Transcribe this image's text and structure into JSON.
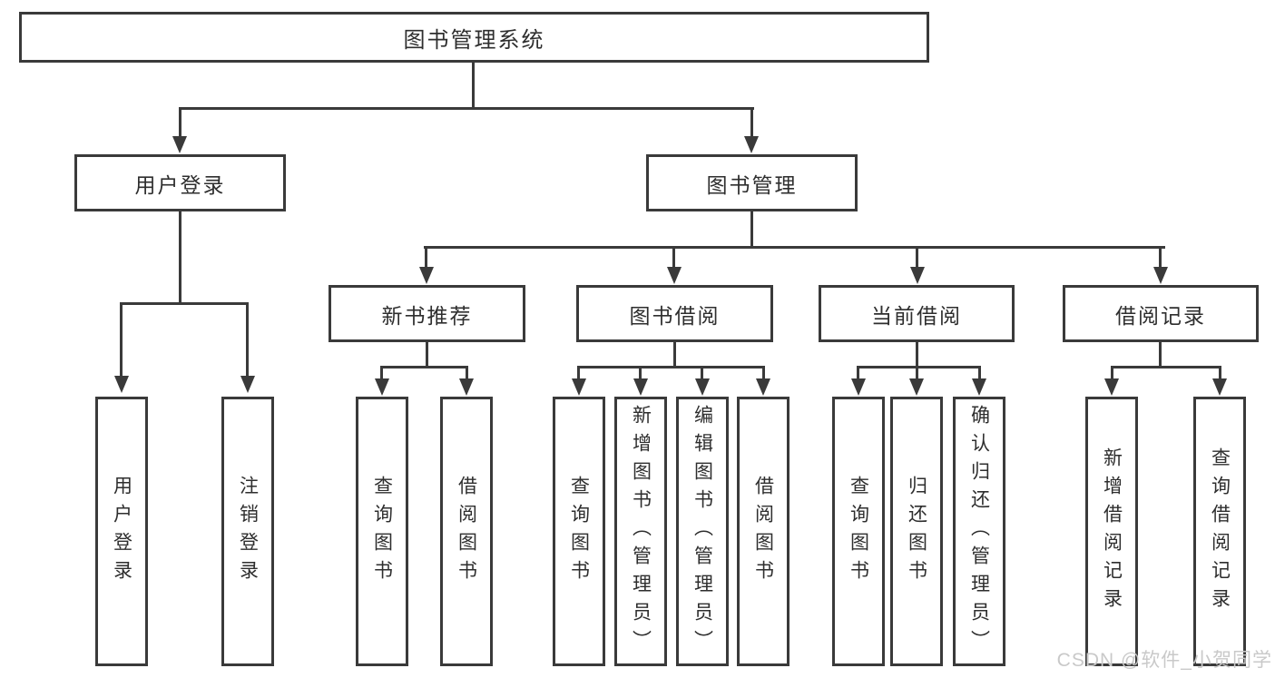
{
  "diagram_type": "hierarchy-tree",
  "colors": {
    "line": "#3a3a3a",
    "box_border": "#3a3a3a",
    "box_background": "#ffffff",
    "text": "#2e2e2e",
    "watermark_text_color": "#c9c9c9",
    "page_background": "#ffffff"
  },
  "tree": {
    "label": "图书管理系统",
    "children": [
      {
        "label": "用户登录",
        "children": [
          {
            "label": "用户登录"
          },
          {
            "label": "注销登录"
          }
        ]
      },
      {
        "label": "图书管理",
        "children": [
          {
            "label": "新书推荐",
            "children": [
              {
                "label": "查询图书"
              },
              {
                "label": "借阅图书"
              }
            ]
          },
          {
            "label": "图书借阅",
            "children": [
              {
                "label": "查询图书"
              },
              {
                "label": "新增图书（管理员）"
              },
              {
                "label": "编辑图书（管理员）"
              },
              {
                "label": "借阅图书"
              }
            ]
          },
          {
            "label": "当前借阅",
            "children": [
              {
                "label": "查询图书"
              },
              {
                "label": "归还图书"
              },
              {
                "label": "确认归还（管理员）"
              }
            ]
          },
          {
            "label": "借阅记录",
            "children": [
              {
                "label": "新增借阅记录"
              },
              {
                "label": "查询借阅记录"
              }
            ]
          }
        ]
      }
    ]
  },
  "watermark": {
    "text": "CSDN @软件_小贺同学"
  }
}
